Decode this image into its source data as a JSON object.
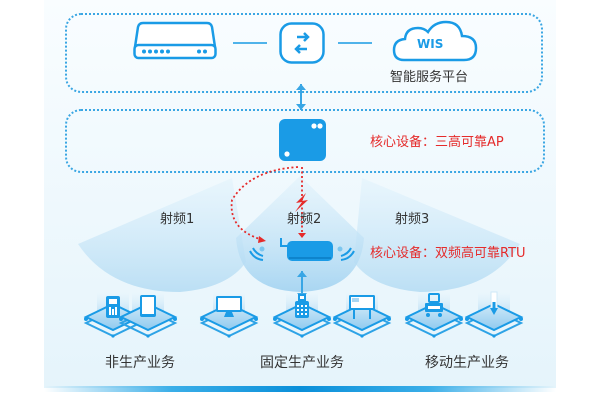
{
  "top_layer": {
    "cloud_label": "WIS",
    "platform_label": "智能服务平台"
  },
  "core_layer": {
    "ap_annotation": "核心设备：三高可靠AP"
  },
  "radio_layer": {
    "radio_labels": [
      "射频1",
      "射频2",
      "射频3"
    ],
    "rtu_annotation": "核心设备：双频高可靠RTU"
  },
  "service_layer": {
    "categories": [
      {
        "label": "非生产业务",
        "icons": [
          "handheld-terminal-icon",
          "tablet-icon"
        ]
      },
      {
        "label": "固定生产业务",
        "icons": [
          "monitor-icon",
          "pos-terminal-icon",
          "display-board-icon"
        ]
      },
      {
        "label": "移动生产业务",
        "icons": [
          "cart-icon",
          "scanner-icon"
        ]
      }
    ]
  },
  "colors": {
    "primary_blue": "#1a9be6",
    "accent_red": "#e52b2b",
    "border_dots": "#3aa6e3",
    "text_dark": "#333333"
  }
}
